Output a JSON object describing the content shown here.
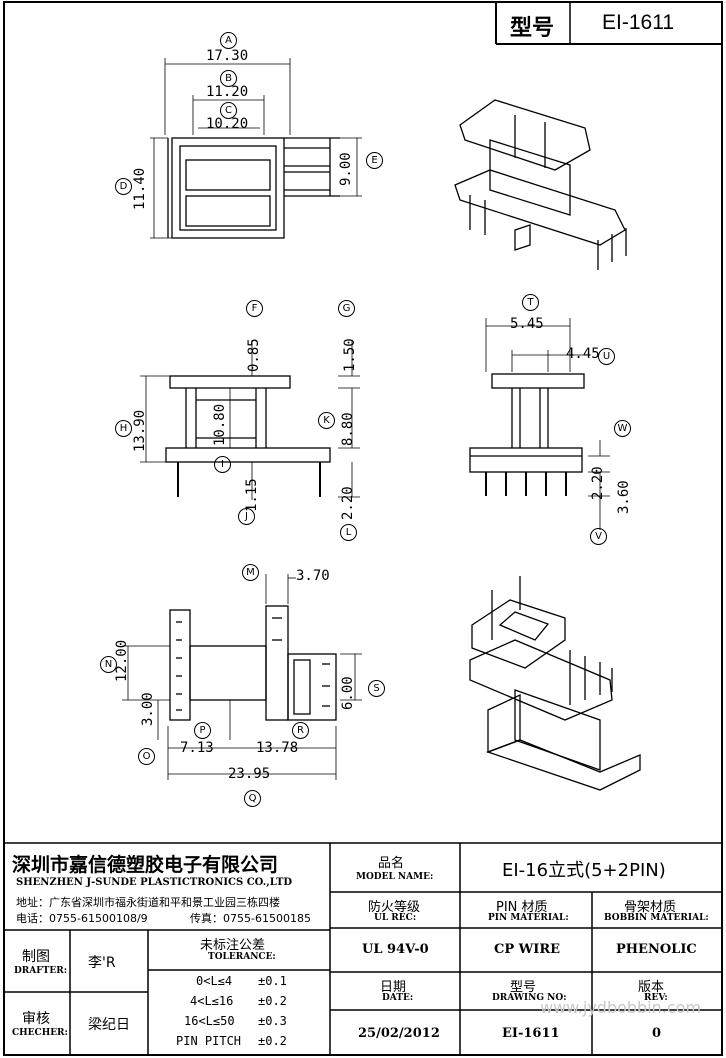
{
  "model_box": {
    "label": "型号",
    "value": "EI-1611"
  },
  "views": {
    "top": {
      "dims": [
        "17.30",
        "11.20",
        "10.20",
        "11.40",
        "9.00"
      ],
      "markers": [
        "A",
        "B",
        "C",
        "D",
        "E"
      ]
    },
    "front": {
      "dims": [
        "0.85",
        "1.50",
        "13.90",
        "10.80",
        "8.80",
        "1.15",
        "2.20"
      ],
      "markers": [
        "F",
        "G",
        "H",
        "I",
        "J",
        "K",
        "L"
      ]
    },
    "side": {
      "dims": [
        "5.45",
        "4.45",
        "2.20",
        "3.60"
      ],
      "markers": [
        "T",
        "U",
        "W",
        "V"
      ]
    },
    "bottom": {
      "dims": [
        "3.70",
        "12.00",
        "6.00",
        "3.00",
        "7.13",
        "13.78",
        "23.95"
      ],
      "markers": [
        "M",
        "N",
        "S",
        "O",
        "P",
        "R",
        "Q"
      ]
    }
  },
  "company": {
    "name_cn": "深圳市嘉信德塑胶电子有限公司",
    "name_en": "SHENZHEN J-SUNDE PLASTICTRONICS CO.,LTD",
    "address": "地址：广东省深圳市福永街道和平和景工业园三栋四楼",
    "tel": "电话：0755-61500108/9",
    "fax": "传真：0755-61500185"
  },
  "title_block": {
    "model_name": {
      "cn": "品名",
      "en": "MODEL NAME:",
      "value": "EI-16立式(5+2PIN)"
    },
    "ul_rec": {
      "cn": "防火等级",
      "en": "UL REC:",
      "value": "UL 94V-0"
    },
    "pin_material": {
      "cn": "PIN 材质",
      "en": "PIN MATERIAL:",
      "value": "CP WIRE"
    },
    "bobbin_material": {
      "cn": "骨架材质",
      "en": "BOBBIN MATERIAL:",
      "value": "PHENOLIC"
    },
    "drafter": {
      "cn": "制图",
      "en": "DRAFTER:",
      "value": "李'R"
    },
    "checker": {
      "cn": "审核",
      "en": "CHECHER:",
      "value": "梁纪日"
    },
    "tolerance": {
      "cn": "未标注公差",
      "en": "TOLERANCE:",
      "rows": [
        {
          "range": "0<L≤4",
          "value": "±0.1"
        },
        {
          "range": "4<L≤16",
          "value": "±0.2"
        },
        {
          "range": "16<L≤50",
          "value": "±0.3"
        },
        {
          "range": "PIN PITCH",
          "value": "±0.2"
        }
      ]
    },
    "date": {
      "cn": "日期",
      "en": "DATE:",
      "value": "25/02/2012"
    },
    "drawing_no": {
      "cn": "型号",
      "en": "DRAWING NO:",
      "value": "EI-1611"
    },
    "rev": {
      "cn": "版本",
      "en": "REV:",
      "value": "0"
    }
  },
  "watermark": "www.jydbobbin.com"
}
